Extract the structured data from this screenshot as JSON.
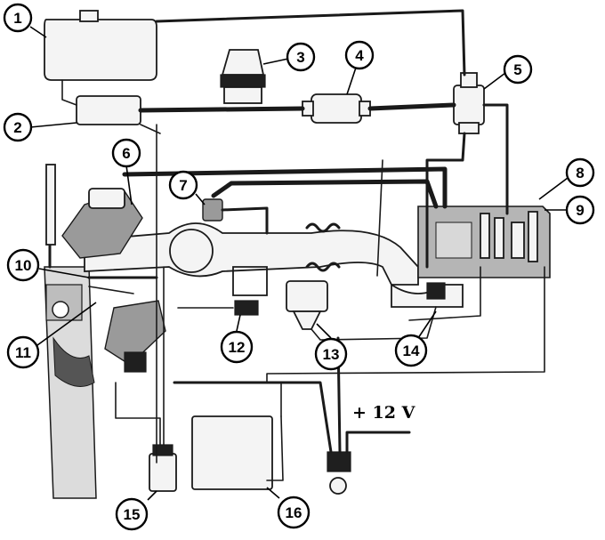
{
  "diagram": {
    "callouts": [
      {
        "id": "1",
        "label": "1"
      },
      {
        "id": "2",
        "label": "2"
      },
      {
        "id": "3",
        "label": "3"
      },
      {
        "id": "4",
        "label": "4"
      },
      {
        "id": "5",
        "label": "5"
      },
      {
        "id": "6",
        "label": "6"
      },
      {
        "id": "7",
        "label": "7"
      },
      {
        "id": "8",
        "label": "8"
      },
      {
        "id": "9",
        "label": "9"
      },
      {
        "id": "10",
        "label": "10"
      },
      {
        "id": "11",
        "label": "11"
      },
      {
        "id": "12",
        "label": "12"
      },
      {
        "id": "13",
        "label": "13"
      },
      {
        "id": "14",
        "label": "14"
      },
      {
        "id": "15",
        "label": "15"
      },
      {
        "id": "16",
        "label": "16"
      }
    ],
    "voltage_label": "+ 12 V"
  }
}
